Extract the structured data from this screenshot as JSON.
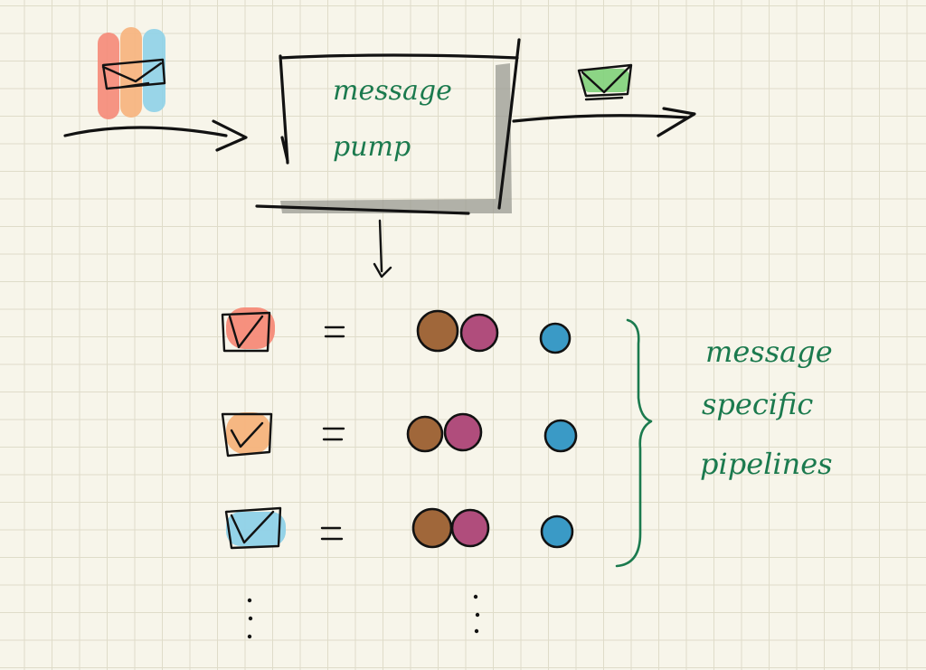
{
  "pump_label": {
    "line1": "message",
    "line2": "pump"
  },
  "brace_label": {
    "line1": "message",
    "line2": "specific",
    "line3": "pipelines"
  },
  "colors": {
    "ink": "#121212",
    "green_text": "#1b7a4e",
    "red": "#f58a78",
    "orange": "#f6b37c",
    "blue": "#8ed1e8",
    "green": "#7fd27a",
    "brown": "#a0673a",
    "magenta": "#b04d7c",
    "cyan_dot": "#3a9ac6",
    "shadow": "#9a9a92"
  },
  "rows": [
    {
      "message_color": "red"
    },
    {
      "message_color": "orange"
    },
    {
      "message_color": "blue"
    }
  ]
}
